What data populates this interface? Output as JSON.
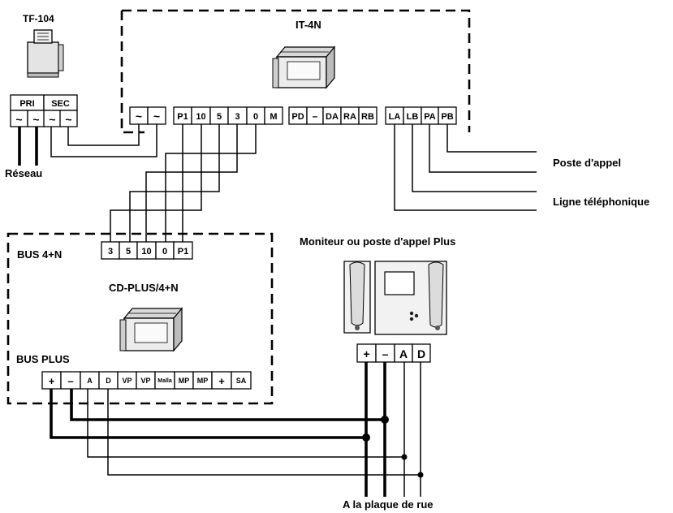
{
  "labels": {
    "tf104": "TF-104",
    "it4n": "IT-4N",
    "reseau": "Réseau",
    "poste_appel": "Poste d'appel",
    "ligne_tel": "Ligne téléphonique",
    "moniteur": "Moniteur ou poste d'appel Plus",
    "bus4n": "BUS 4+N",
    "cdplus": "CD-PLUS/4+N",
    "busplus": "BUS PLUS",
    "plaque": "A la plaque de rue"
  },
  "tf104_headers": [
    "PRI",
    "SEC"
  ],
  "tf104_terminals": [
    "~",
    "~",
    "~",
    "~"
  ],
  "it4n_terminals": {
    "power": [
      "~",
      "~"
    ],
    "bus": [
      "P1",
      "10",
      "5",
      "3",
      "0",
      "M"
    ],
    "pd": [
      "PD",
      "–",
      "DA",
      "RA",
      "RB"
    ],
    "line": [
      "LA",
      "LB",
      "PA",
      "PB"
    ]
  },
  "bus4n_terminals": [
    "3",
    "5",
    "10",
    "0",
    "P1"
  ],
  "busplus_terminals": [
    "+",
    "–",
    "A",
    "D",
    "VP",
    "VP",
    "Malla",
    "MP",
    "MP",
    "+",
    "SA"
  ],
  "monitor_terminals": [
    "+",
    "–",
    "A",
    "D"
  ],
  "icons": [
    "tf104-device-icon",
    "it4n-device-icon",
    "cdplus-device-icon",
    "monitor-icon",
    "call-station-icon"
  ]
}
